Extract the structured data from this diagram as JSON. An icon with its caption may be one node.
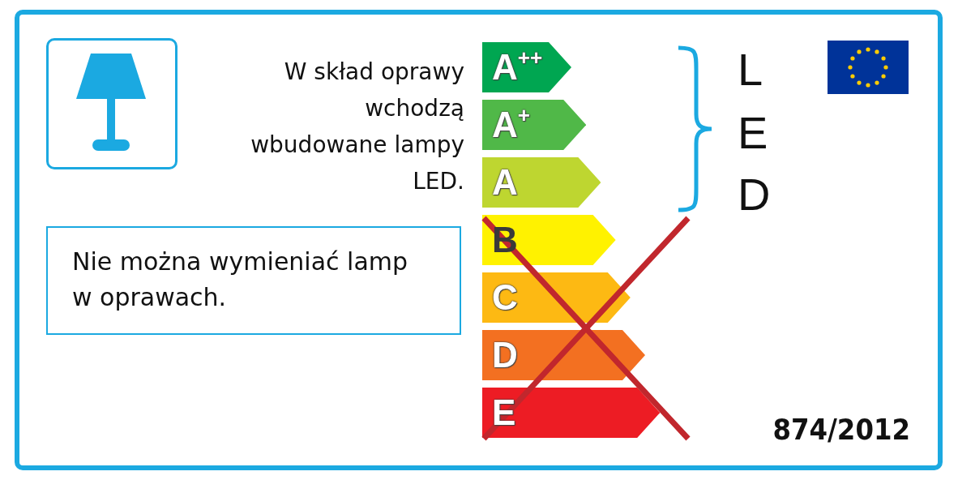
{
  "diagram": {
    "nodes": [
      {
        "text": [
          "Nie można wymieniać lamp w oprawach."
        ]
      },
      {
        "text": [
          "A$^{++}$"
        ]
      },
      {
        "text": [
          "A$^{+}$"
        ]
      },
      {
        "text": [
          "A"
        ]
      },
      {
        "text": [
          "B"
        ]
      },
      {
        "text": [
          "C"
        ]
      },
      {
        "text": [
          "D"
        ]
      },
      {
        "text": [
          "E"
        ]
      }
    ],
    "labels": [
      "W skład oprawy wchodzą wbudowane lampy LED.",
      "L",
      "E",
      "D",
      "874/2012"
    ]
  }
}
